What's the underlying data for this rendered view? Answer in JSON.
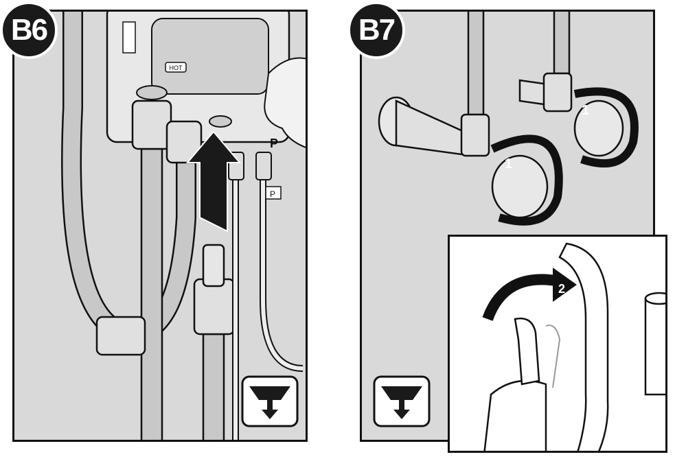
{
  "steps": {
    "b6": {
      "label": "B6",
      "sticker_text": "HOT",
      "port_label": "P",
      "clip_label": "P"
    },
    "b7": {
      "label": "B7",
      "valve_arrow_1": "1",
      "valve_arrow_2": "1",
      "handle_arrow": "2"
    }
  },
  "colors": {
    "panel_bg": "#d9d9d9",
    "line": "#111111",
    "badge": "#1a1a1a"
  },
  "icons": [
    "under-sink-icon",
    "under-sink-icon"
  ]
}
